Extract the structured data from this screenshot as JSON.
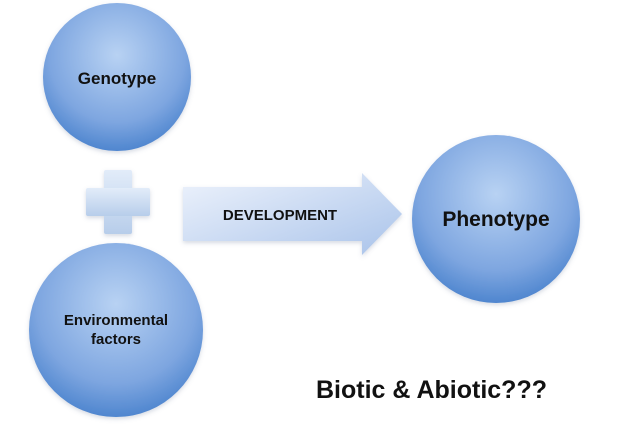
{
  "nodes": {
    "genotype": "Genotype",
    "environment_line1": "Environmental",
    "environment_line2": "factors",
    "phenotype": "Phenotype"
  },
  "arrow_label": "DEVELOPMENT",
  "caption": "Biotic & Abiotic???",
  "colors": {
    "circle_light": "#a9c7ee",
    "circle_dark": "#4f86cf",
    "plus_light": "#d9e6f7",
    "plus_dark": "#b7cdea",
    "arrow_light": "#e6eefb",
    "arrow_dark": "#a9c3ea",
    "text": "#111111"
  },
  "icons": {
    "plus": "plus-icon",
    "arrow": "right-arrow-icon"
  }
}
